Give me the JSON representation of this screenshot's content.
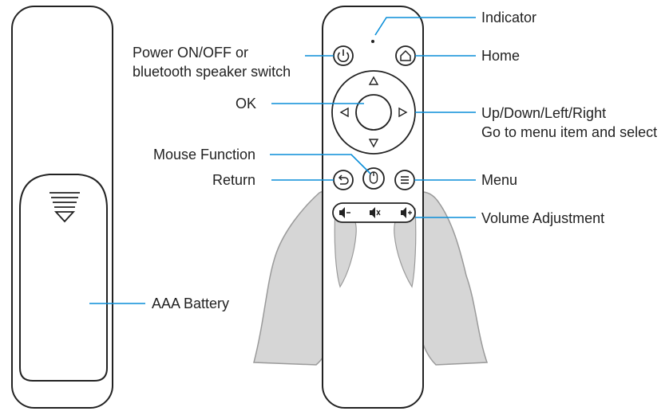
{
  "labels": {
    "indicator": "Indicator",
    "power_line1": "Power ON/OFF or",
    "power_line2": "bluetooth speaker switch",
    "home": "Home",
    "ok": "OK",
    "direction_line1": "Up/Down/Left/Right",
    "direction_line2": "Go to menu item and select",
    "mouse_function": "Mouse Function",
    "return": "Return",
    "menu": "Menu",
    "volume": "Volume Adjustment",
    "battery": "AAA Battery"
  },
  "colors": {
    "outline": "#222222",
    "callout_line": "#0a8ed8",
    "hand_fill": "#d6d6d6",
    "hand_stroke": "#9a9a9a",
    "text": "#222222"
  },
  "icons": {
    "power": "power-icon",
    "home": "home-icon",
    "return": "return-icon",
    "mouse": "mouse-icon",
    "menu": "menu-icon",
    "volume_down": "volume-down-icon",
    "mute": "mute-icon",
    "volume_up": "volume-up-icon",
    "battery_cover_mark": "battery-cover-arrow-icon"
  }
}
